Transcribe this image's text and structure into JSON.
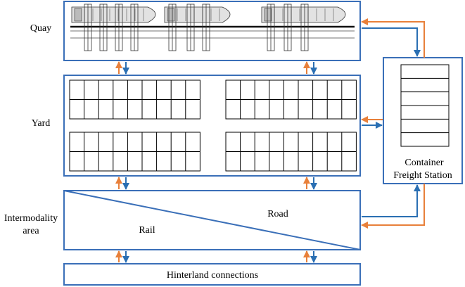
{
  "labels": {
    "quay": "Quay",
    "yard": "Yard",
    "intermodality_line1": "Intermodality",
    "intermodality_line2": "area",
    "road": "Road",
    "rail": "Rail",
    "hinterland": "Hinterland connections",
    "cfs_line1": "Container",
    "cfs_line2": "Freight Station"
  },
  "colors": {
    "box_border": "#3a6fb8",
    "arrow_blue": "#2a6fb3",
    "arrow_orange": "#e8803a",
    "grid_line": "#000000"
  },
  "icons": {
    "ship": "ship-icon",
    "crane": "quay-crane-icon"
  }
}
